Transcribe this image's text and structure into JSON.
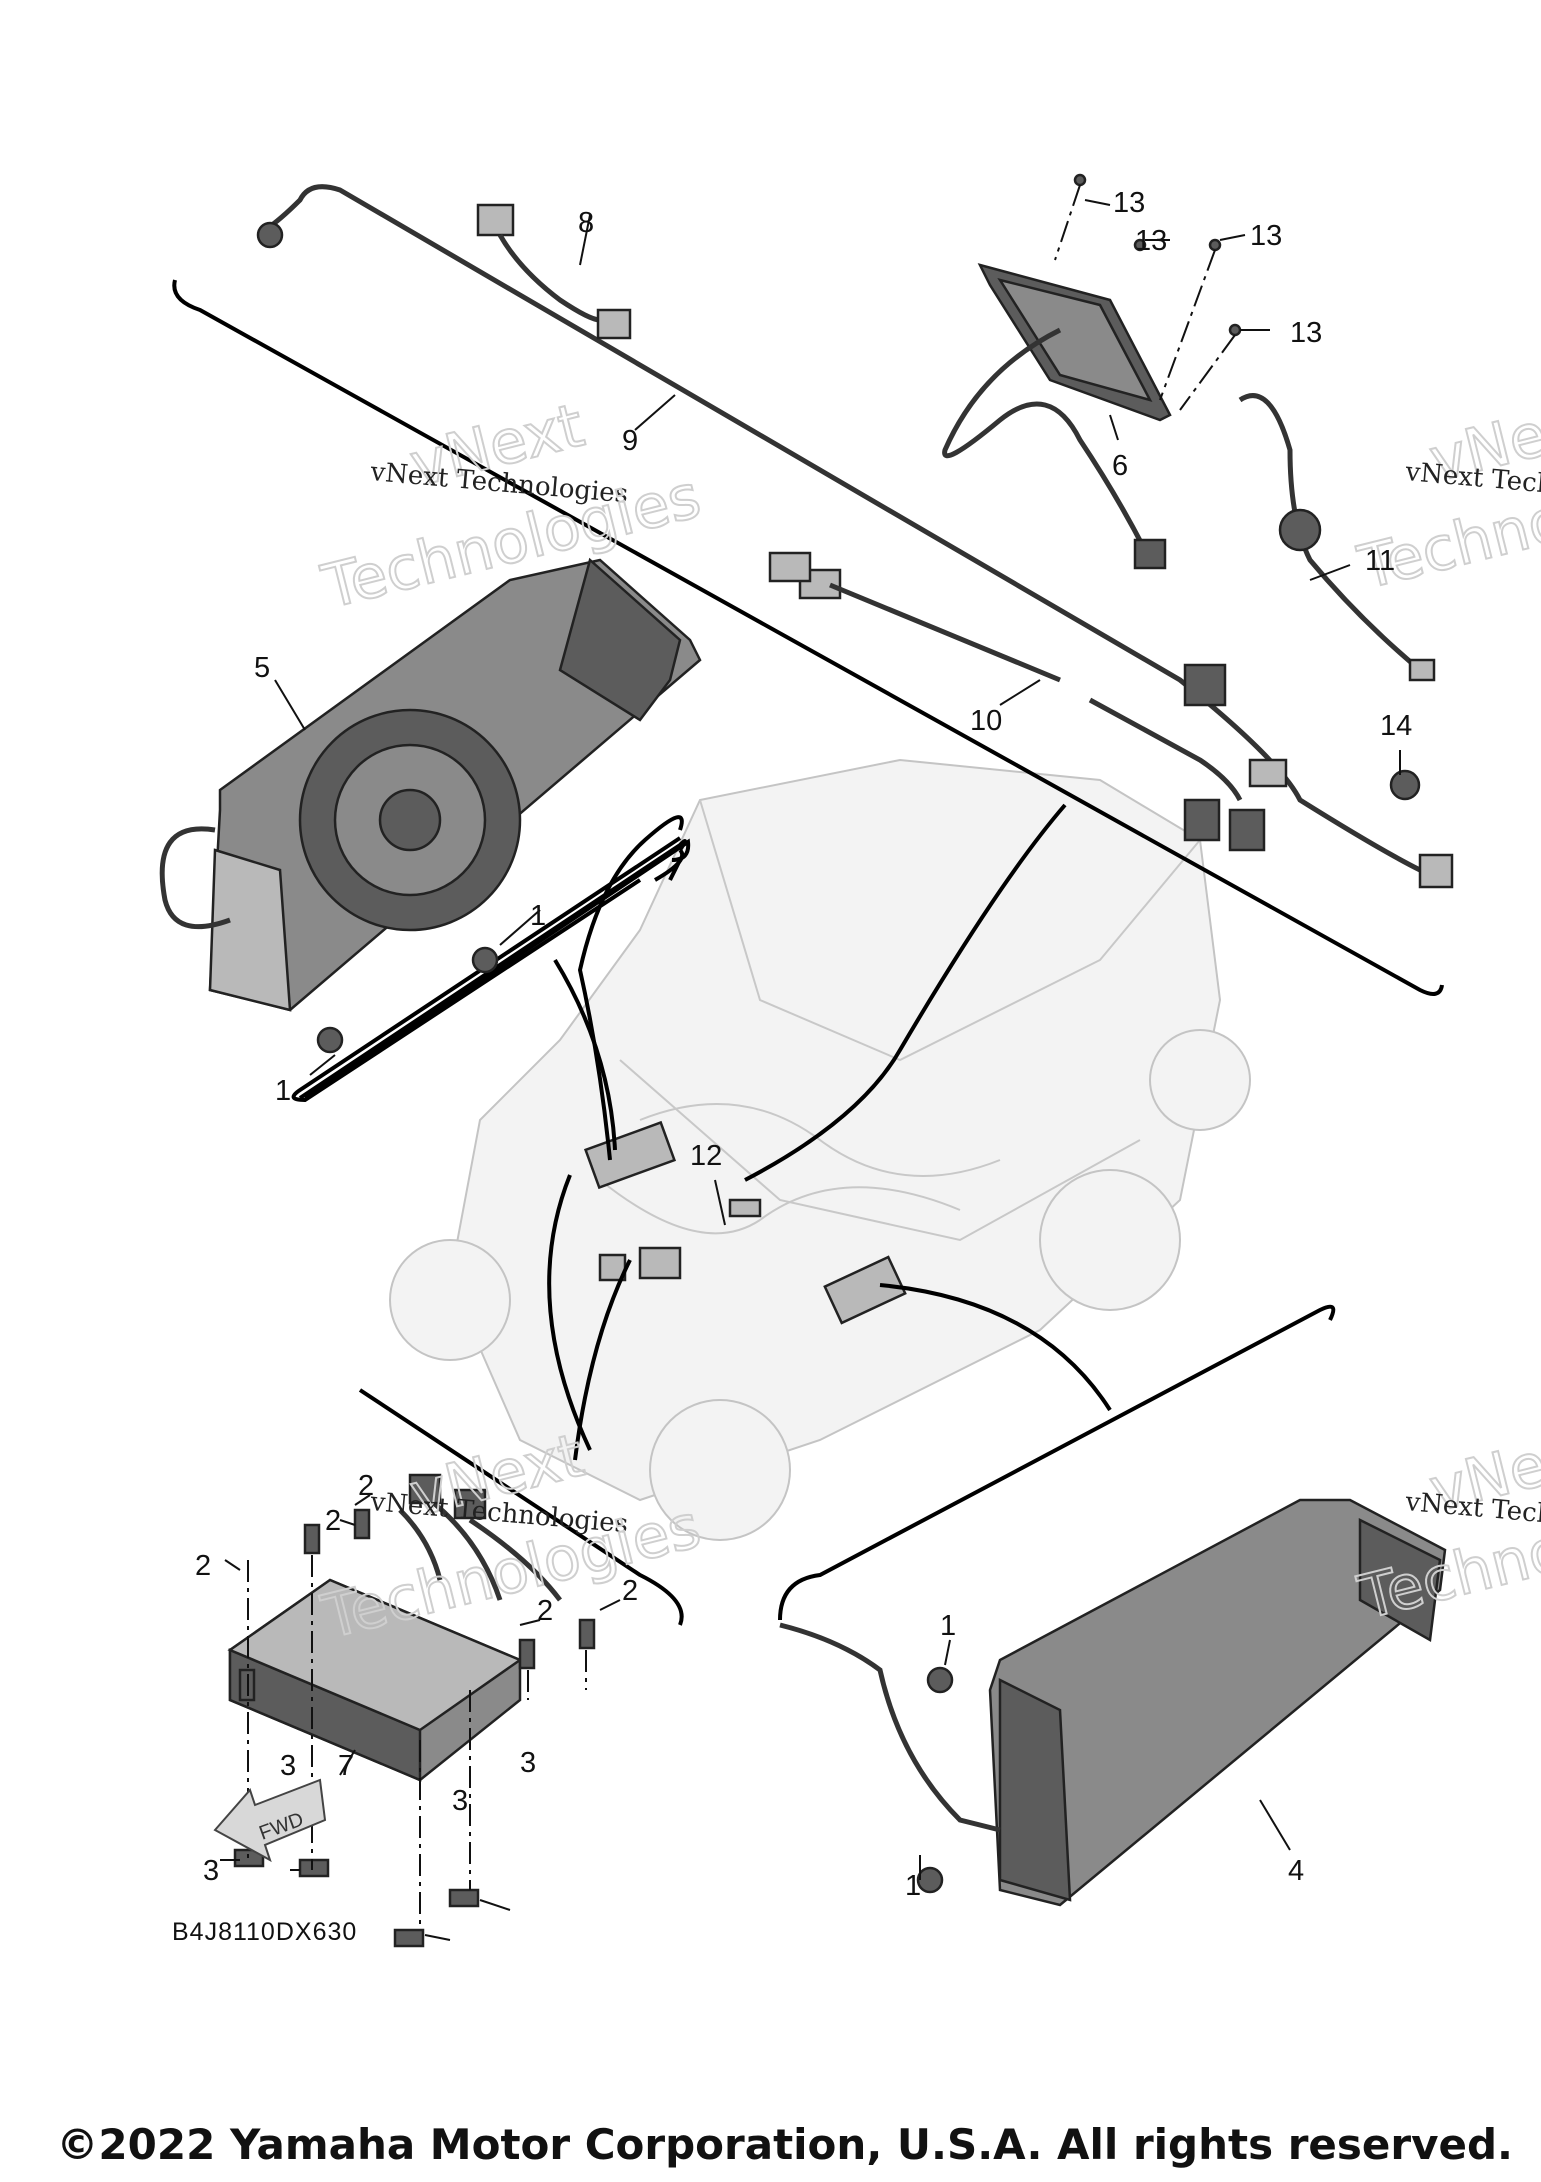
{
  "watermark": {
    "line": "vNext Technologies",
    "word1": "vNext",
    "word2": "Technologies"
  },
  "callouts": {
    "c1a": "1",
    "c1b": "1",
    "c1c": "1",
    "c1d": "1",
    "c2a": "2",
    "c2b": "2",
    "c2c": "2",
    "c2d": "2",
    "c2e": "2",
    "c3a": "3",
    "c3b": "3",
    "c3c": "3",
    "c3d": "3",
    "c4": "4",
    "c5": "5",
    "c6": "6",
    "c7": "7",
    "c8": "8",
    "c9": "9",
    "c10": "10",
    "c11": "11",
    "c12": "12",
    "c13a": "13",
    "c13b": "13",
    "c13c": "13",
    "c13d": "13",
    "c14": "14"
  },
  "fwd_label": "FWD",
  "part_code": "B4J8110DX630",
  "copyright": "©2022 Yamaha Motor Corporation, U.S.A. All rights reserved.",
  "colors": {
    "line": "#111111",
    "ghost": "#c4c4c4",
    "part": "#8a8a8a"
  }
}
